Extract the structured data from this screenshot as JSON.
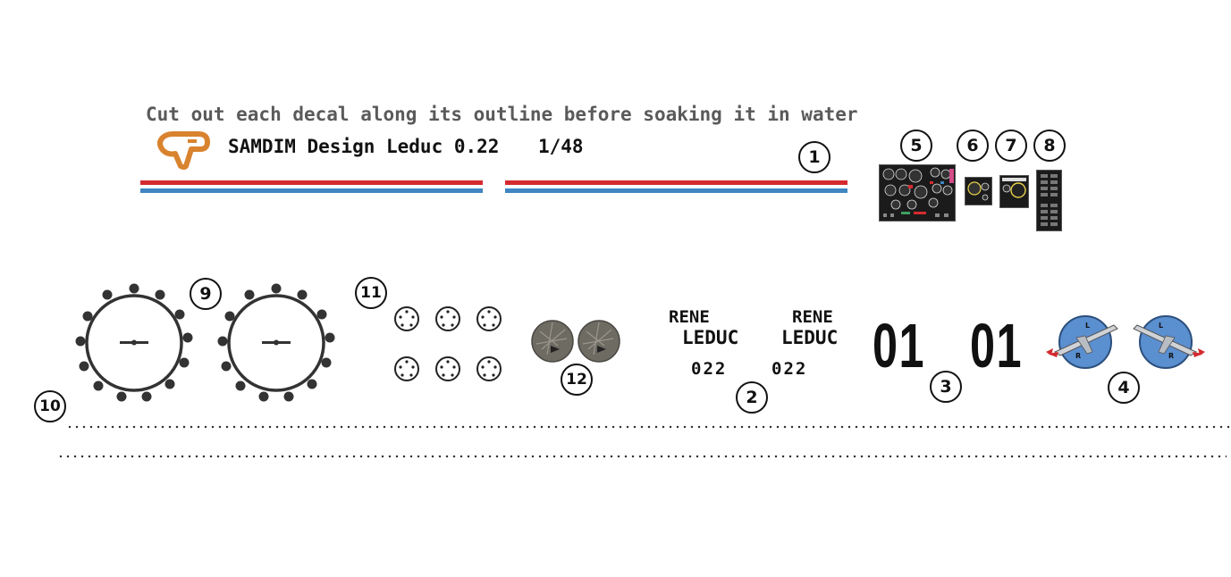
{
  "sheet": {
    "instruction": "Cut out each decal along its outline before soaking it in water",
    "title": "SAMDIM Design Leduc 0.22",
    "scale": "1/48"
  },
  "callouts": [
    "1",
    "2",
    "3",
    "4",
    "5",
    "6",
    "7",
    "8",
    "9",
    "10",
    "11",
    "12"
  ],
  "decals": {
    "name_line1": "RENE",
    "name_line2": "LEDUC",
    "code": "022",
    "number": "01",
    "roundel_left_letter": "L",
    "roundel_right_letter": "R"
  },
  "colors": {
    "logo": "#d9832e",
    "stripe_red": "#d42a2f",
    "stripe_blue": "#3f86c2",
    "roundel_blue": "#5a8fd0",
    "panel_black": "#1b1b1b"
  }
}
